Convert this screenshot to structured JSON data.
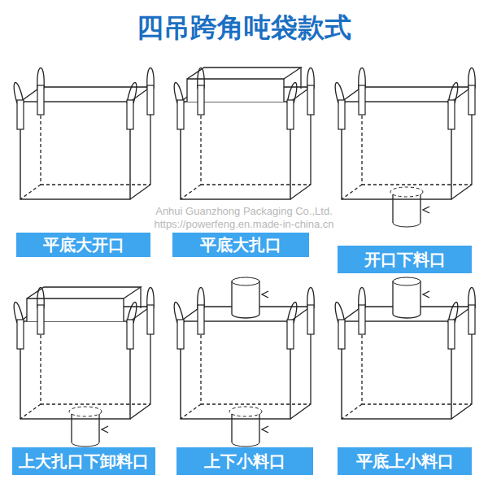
{
  "diagram": {
    "title": "四吊跨角吨袋款式",
    "nodes": [
      {
        "text": [
          "平底大开口"
        ]
      },
      {
        "text": [
          "平底大扎口"
        ]
      },
      {
        "text": [
          "开口下料口"
        ]
      },
      {
        "text": [
          "上大扎口下卸料口"
        ]
      },
      {
        "text": [
          "上下小料口"
        ]
      },
      {
        "text": [
          "平底上小料口"
        ]
      }
    ],
    "labels": [
      "Anhui Guanzhong Packaging Co.,Ltd.",
      "https://powerfeng.en.made-in-china.cn"
    ]
  }
}
